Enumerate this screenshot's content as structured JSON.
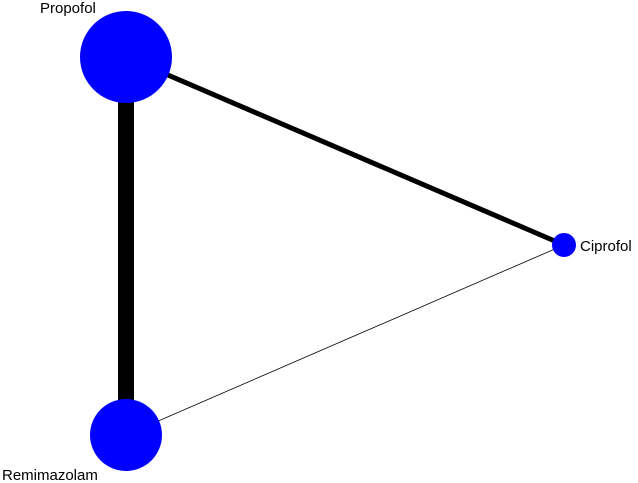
{
  "network": {
    "nodes": [
      {
        "id": "propofol",
        "label": "Propofol"
      },
      {
        "id": "ciprofol",
        "label": "Ciprofol"
      },
      {
        "id": "remimazolam",
        "label": "Remimazolam"
      }
    ],
    "edges": [
      {
        "from": "propofol",
        "to": "remimazolam"
      },
      {
        "from": "propofol",
        "to": "ciprofol"
      },
      {
        "from": "ciprofol",
        "to": "remimazolam"
      }
    ],
    "colors": {
      "node_fill": "#0000ff",
      "edge": "#000000",
      "background": "#ffffff"
    }
  }
}
